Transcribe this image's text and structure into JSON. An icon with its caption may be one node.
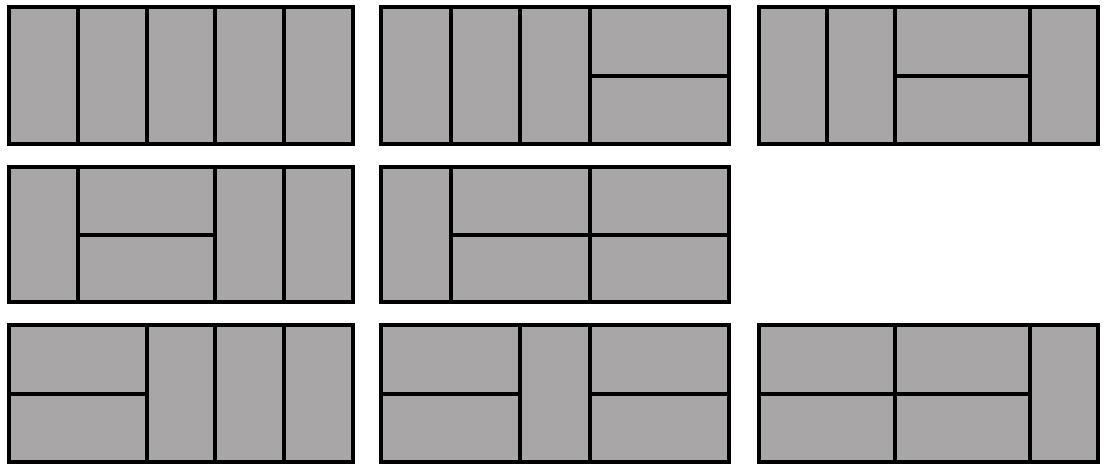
{
  "diagram": {
    "nodes": [
      {
        "text": [],
        "shape": "box"
      },
      {
        "text": [],
        "shape": "box",
        "in": 0
      },
      {
        "text": [],
        "shape": "box",
        "in": 0
      },
      {
        "text": [],
        "shape": "box",
        "in": 0
      },
      {
        "text": [],
        "shape": "box",
        "in": 0
      },
      {
        "text": [],
        "shape": "box",
        "in": 0
      },
      {
        "text": [],
        "shape": "box"
      },
      {
        "text": [],
        "shape": "box",
        "in": 6
      },
      {
        "text": [],
        "shape": "box",
        "in": 6
      },
      {
        "text": [],
        "shape": "box",
        "in": 6
      },
      {
        "text": [],
        "shape": "box",
        "in": 6
      },
      {
        "text": [],
        "shape": "box",
        "in": 6
      },
      {
        "text": [],
        "shape": "box"
      },
      {
        "text": [],
        "shape": "box",
        "in": 12
      },
      {
        "text": [],
        "shape": "box",
        "in": 12
      },
      {
        "text": [],
        "shape": "box",
        "in": 12
      },
      {
        "text": [],
        "shape": "box",
        "in": 12
      },
      {
        "text": [],
        "shape": "box",
        "in": 12
      },
      {
        "text": [],
        "shape": "box"
      },
      {
        "text": [],
        "shape": "box",
        "in": 18
      },
      {
        "text": [],
        "shape": "box",
        "in": 18
      },
      {
        "text": [],
        "shape": "box",
        "in": 18
      },
      {
        "text": [],
        "shape": "box",
        "in": 18
      },
      {
        "text": [],
        "shape": "box",
        "in": 18
      },
      {
        "text": [],
        "shape": "box"
      },
      {
        "text": [],
        "shape": "box",
        "in": 24
      },
      {
        "text": [],
        "shape": "box",
        "in": 24
      },
      {
        "text": [],
        "shape": "box",
        "in": 24
      },
      {
        "text": [],
        "shape": "box",
        "in": 24
      },
      {
        "text": [],
        "shape": "box",
        "in": 24
      },
      {
        "text": [],
        "shape": "box"
      },
      {
        "text": [],
        "shape": "box",
        "in": 30
      },
      {
        "text": [],
        "shape": "box",
        "in": 30
      },
      {
        "text": [],
        "shape": "box",
        "in": 30
      },
      {
        "text": [],
        "shape": "box",
        "in": 30
      },
      {
        "text": [],
        "shape": "box",
        "in": 30
      },
      {
        "text": [],
        "shape": "box"
      },
      {
        "text": [],
        "shape": "box",
        "in": 36
      },
      {
        "text": [],
        "shape": "box",
        "in": 36
      },
      {
        "text": [],
        "shape": "box",
        "in": 36
      },
      {
        "text": [],
        "shape": "box",
        "in": 36
      },
      {
        "text": [],
        "shape": "box",
        "in": 36
      },
      {
        "text": [],
        "shape": "box"
      },
      {
        "text": [],
        "shape": "box",
        "in": 42
      },
      {
        "text": [],
        "shape": "box",
        "in": 42
      },
      {
        "text": [],
        "shape": "box",
        "in": 42
      },
      {
        "text": [],
        "shape": "box",
        "in": 42
      },
      {
        "text": [],
        "shape": "box",
        "in": 42
      }
    ]
  }
}
